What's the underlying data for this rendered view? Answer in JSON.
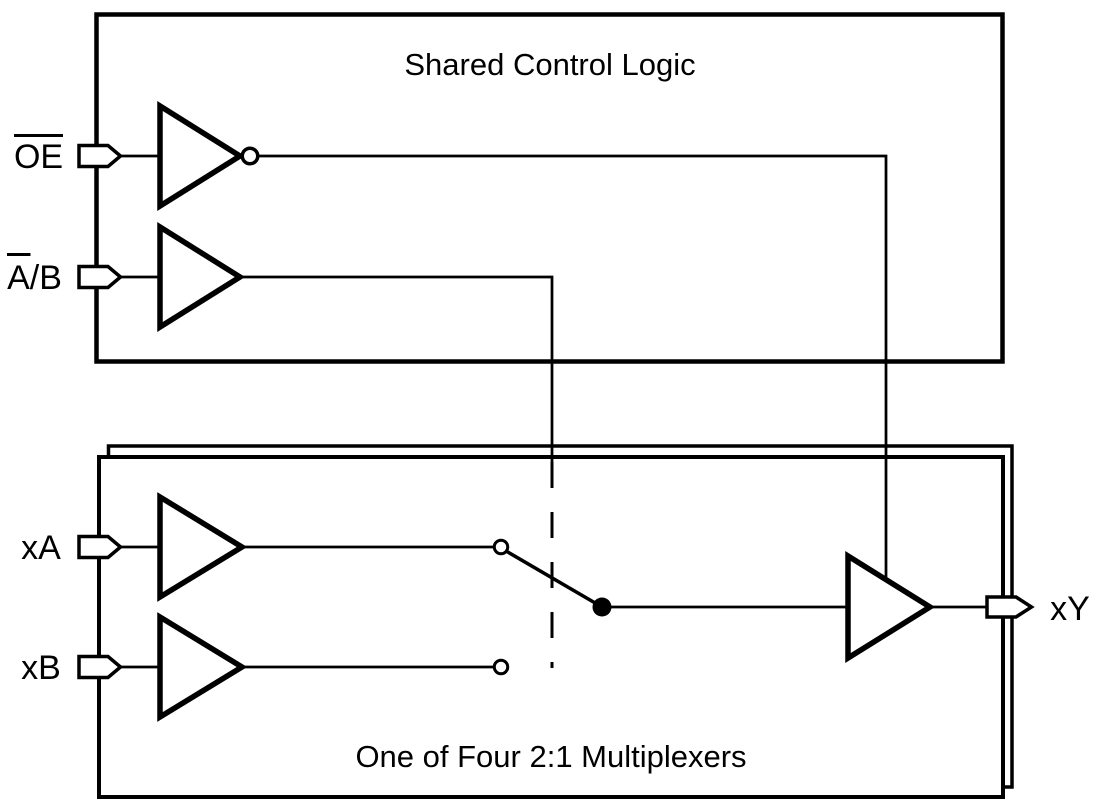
{
  "colors": {
    "background": "#ffffff",
    "line": "#000000",
    "text": "#000000"
  },
  "shared_control_block": {
    "title": "Shared Control Logic",
    "inputs": [
      {
        "label": "OE",
        "overline": "full"
      },
      {
        "label": "A/B",
        "overline": "A only"
      }
    ]
  },
  "mux_block": {
    "title": "One of Four 2:1 Multiplexers",
    "inputs": [
      {
        "label": "xA"
      },
      {
        "label": "xB"
      }
    ],
    "output": {
      "label": "xY"
    }
  }
}
